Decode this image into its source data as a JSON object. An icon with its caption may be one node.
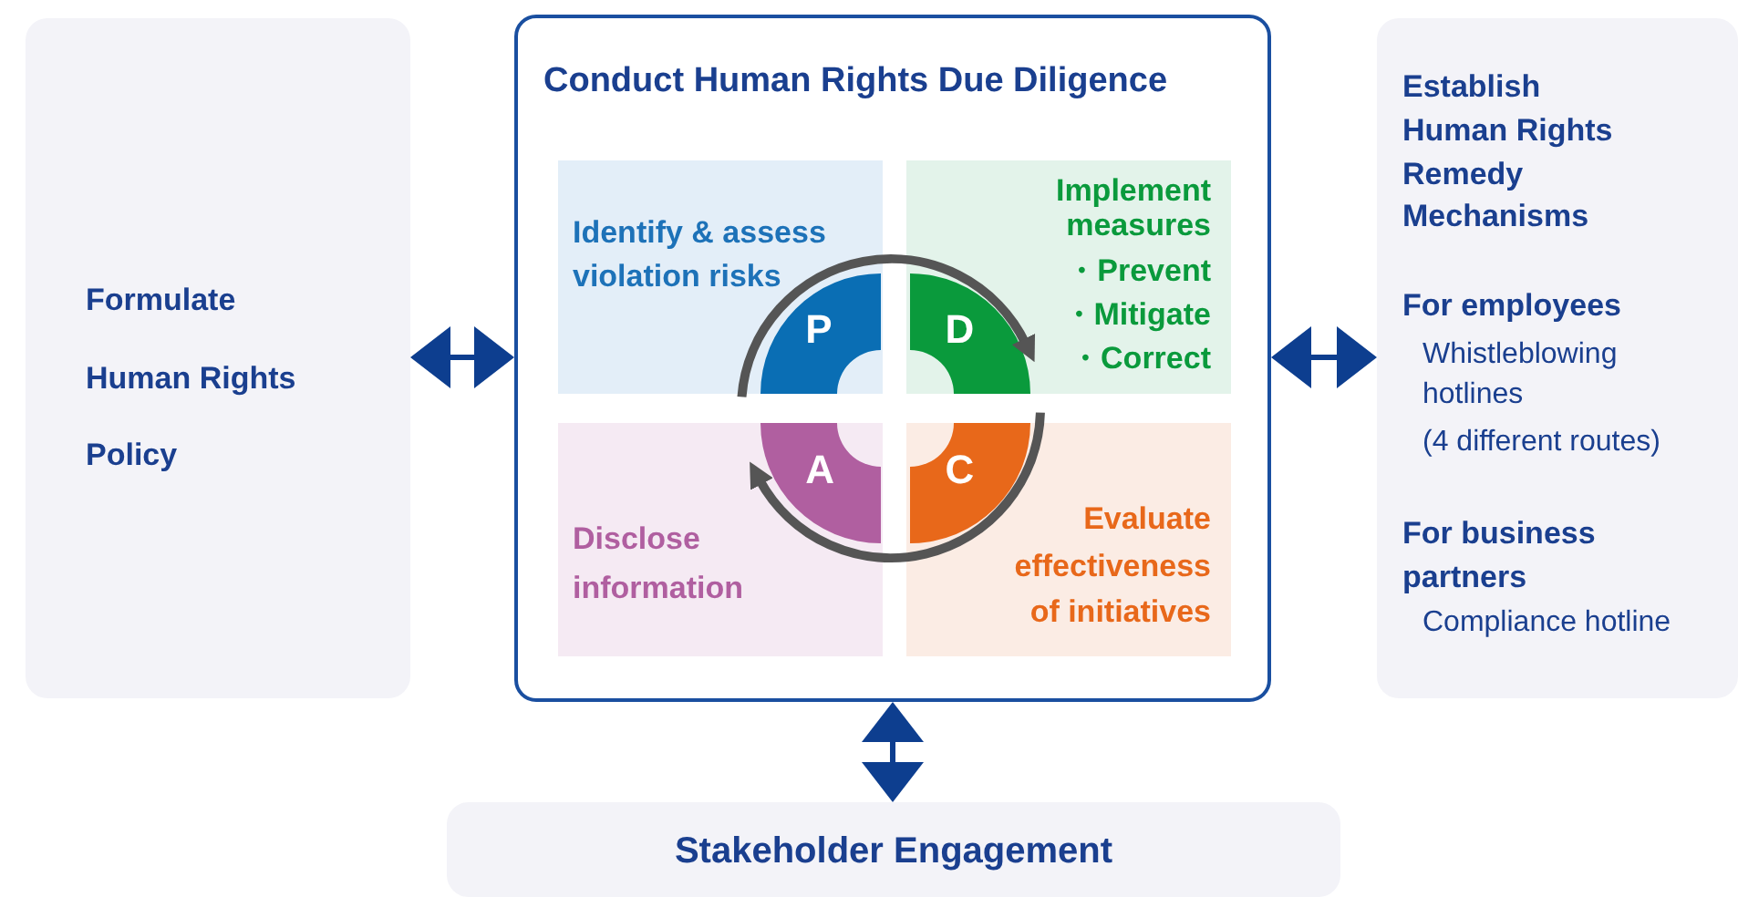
{
  "diagram": {
    "nodes": [
      {
        "text": [
          "Formulate Human Rights Policy"
        ]
      },
      {
        "text": [
          "Conduct Human Rights Due Diligence"
        ]
      },
      {
        "text": [
          "Identify & assess violation risks"
        ],
        "in": 1
      },
      {
        "text": [
          "Implement measures",
          "・Prevent",
          "・Mitigate",
          "・Correct"
        ],
        "in": 1
      },
      {
        "text": [
          "Disclose information"
        ],
        "in": 1
      },
      {
        "text": [
          "Evaluate effectiveness of initiatives"
        ],
        "in": 1
      },
      {
        "text": [
          "P"
        ],
        "in": 2
      },
      {
        "text": [
          "D"
        ],
        "in": 3
      },
      {
        "text": [
          "A"
        ],
        "in": 4
      },
      {
        "text": [
          "C"
        ],
        "in": 5
      },
      {
        "text": [
          "Establish Human Rights Remedy Mechanisms",
          "For employees",
          "Whistleblowing hotlines",
          "(4 different routes)",
          "For business partners",
          "Compliance hotline"
        ]
      },
      {
        "text": [
          "Stakeholder Engagement"
        ]
      }
    ],
    "edges": [
      {
        "from": 0,
        "to": 1,
        "arrow": "both"
      },
      {
        "from": 1,
        "to": 10,
        "arrow": "both"
      },
      {
        "from": 1,
        "to": 11,
        "arrow": "both"
      },
      {
        "from": 6,
        "to": 7,
        "arrow": "to",
        "color": "#555555"
      },
      {
        "from": 9,
        "to": 8,
        "arrow": "to",
        "color": "#555555"
      }
    ]
  }
}
